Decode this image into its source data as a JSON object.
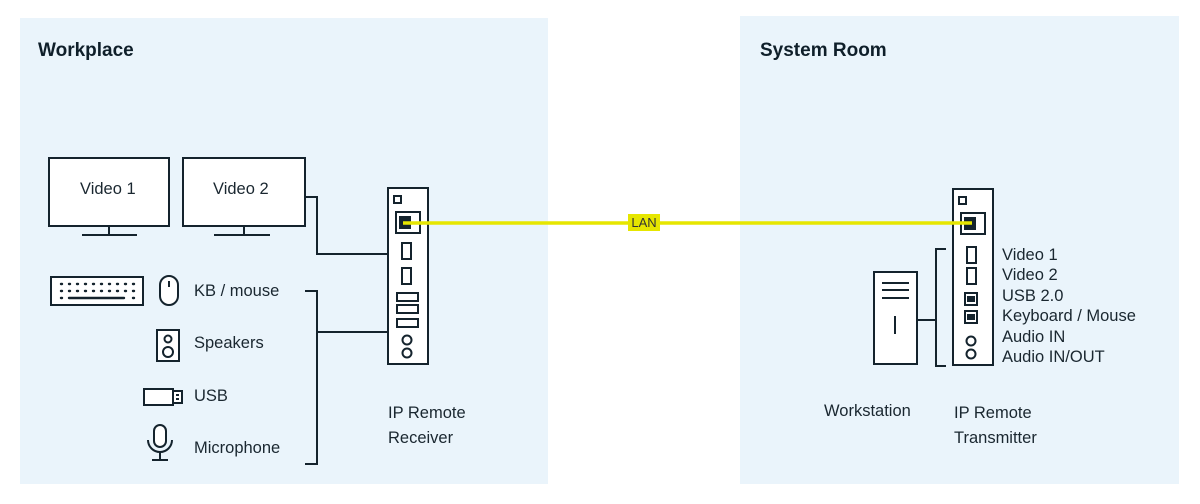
{
  "workplace": {
    "title": "Workplace",
    "monitors": [
      "Video 1",
      "Video 2"
    ],
    "peripherals": {
      "kb_mouse": "KB / mouse",
      "speakers": "Speakers",
      "usb": "USB",
      "microphone": "Microphone"
    },
    "device_label": [
      "IP Remote",
      "Receiver"
    ]
  },
  "connection": {
    "label": "LAN",
    "color": "#e6e600"
  },
  "system_room": {
    "title": "System Room",
    "workstation_label": "Workstation",
    "device_label": [
      "IP Remote",
      "Transmitter"
    ],
    "ports": [
      "Video 1",
      "Video 2",
      "USB 2.0",
      "Keyboard / Mouse",
      "Audio IN",
      "Audio IN/OUT"
    ]
  },
  "colors": {
    "zone_bg": "#eaf4fb",
    "line": "#14232d",
    "lan": "#e6e600"
  }
}
